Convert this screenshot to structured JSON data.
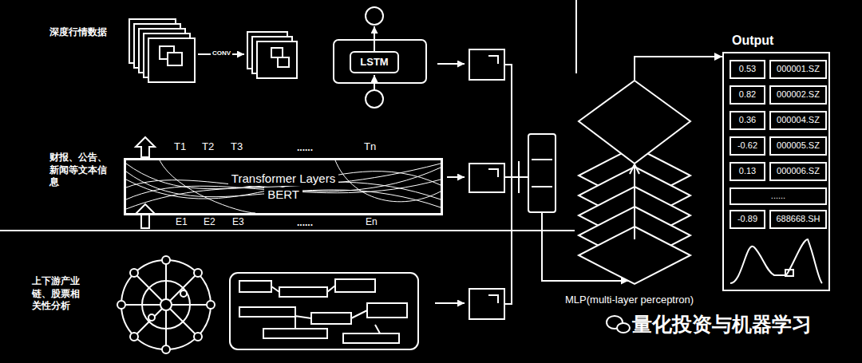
{
  "diagram": {
    "nodes": [
      {
        "text": [
          "LSTM"
        ]
      },
      {
        "text": [
          "Transformer Layers",
          "BERT"
        ]
      },
      {
        "text": [
          "MLP(multi-layer perceptron)"
        ]
      },
      {
        "text": [
          "Output"
        ]
      },
      {
        "text": [
          "0.53"
        ],
        "in": 3
      },
      {
        "text": [
          "000001.SZ"
        ],
        "in": 3
      },
      {
        "text": [
          "0.82"
        ],
        "in": 3
      },
      {
        "text": [
          "000002.SZ"
        ],
        "in": 3
      },
      {
        "text": [
          "0.36"
        ],
        "in": 3
      },
      {
        "text": [
          "000004.SZ"
        ],
        "in": 3
      },
      {
        "text": [
          "-0.62"
        ],
        "in": 3
      },
      {
        "text": [
          "000005.SZ"
        ],
        "in": 3
      },
      {
        "text": [
          "0.13"
        ],
        "in": 3
      },
      {
        "text": [
          "000006.SZ"
        ],
        "in": 3
      },
      {
        "text": [
          "......"
        ],
        "in": 3
      },
      {
        "text": [
          "-0.89"
        ],
        "in": 3
      },
      {
        "text": [
          "688668.SH"
        ],
        "in": 3
      }
    ],
    "edges": [
      {
        "from": 2,
        "to": 3,
        "arrow": "to"
      }
    ],
    "labels": [
      "深度行情数据",
      "财报、公告、新闻等文本信息",
      "上下游产业链、股票相关性分析",
      "CONV",
      "T1",
      "T2",
      "T3",
      "......",
      "Tn",
      "E1",
      "E2",
      "E3",
      "......",
      "En",
      "量化投资与机器学习"
    ]
  }
}
